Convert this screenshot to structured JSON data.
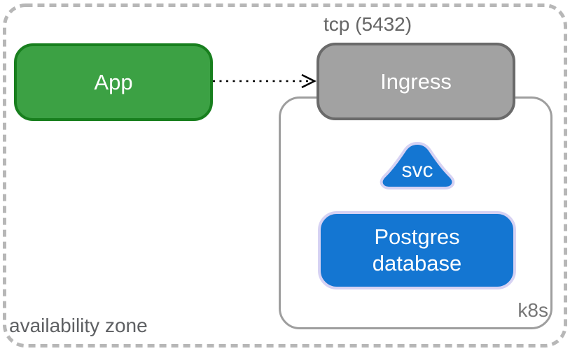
{
  "diagram": {
    "zone": {
      "label": "availability zone"
    },
    "k8s": {
      "label": "k8s"
    },
    "nodes": {
      "app": {
        "label": "App"
      },
      "ingress": {
        "label": "Ingress",
        "annotation": "tcp (5432)"
      },
      "svc": {
        "label": "svc"
      },
      "postgres": {
        "label": "Postgres database"
      }
    },
    "edges": [
      {
        "from": "App",
        "to": "Ingress",
        "style": "dotted-arrow"
      }
    ],
    "colors": {
      "app_fill": "#3ca144",
      "app_border": "#187f1e",
      "ingress_fill": "#a2a2a2",
      "ingress_border": "#6a6a6a",
      "blue_fill": "#1476d2",
      "blue_border": "#d6d2f3",
      "k8s_border": "#9e9e9e",
      "zone_border": "#b7b7b7",
      "annotation_text": "#666666",
      "zone_text": "#5e6063",
      "arrow": "#000000"
    }
  }
}
